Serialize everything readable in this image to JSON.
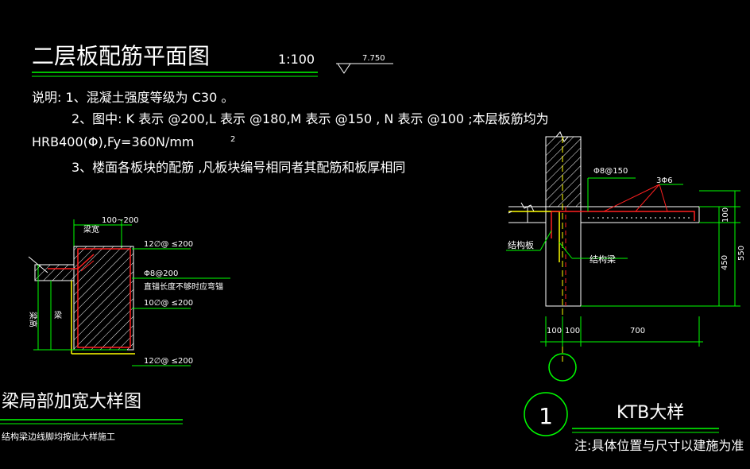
{
  "drawing": {
    "title": "二层板配筋平面图",
    "scale": "1:100",
    "elevation": "7.750"
  },
  "notes": {
    "line1": "说明: 1、混凝土强度等级为   C30 。",
    "line2": "2、图中:  K 表示 @200,L 表示 @180,M 表示 @150 , N 表示 @100 ;本层板筋均为",
    "line3": "HRB400(Φ),Fy=360N/mm",
    "line3_sup": "2",
    "line4": "3、楼面各板块的配筋    ,凡板块编号相同者其配筋和板厚相同"
  },
  "beam_detail": {
    "width_label": "梁宽",
    "dim_top": "100~200",
    "side_label": "梁",
    "label_12a": "12∅@ ≤200",
    "label_phi8": "Φ8@200",
    "label_note": "直锚长度不够时应弯锚",
    "label_10": "10∅@ ≤200",
    "label_12b": "12∅@ ≤200",
    "title": "梁局部加宽大样图",
    "subtitle": "结构梁边线脚均按此大样施工"
  },
  "ktb_detail": {
    "rebar_top": "Φ8@150",
    "rebar_main": "3Φ6",
    "dim_100_right": "100",
    "dim_450": "450",
    "dim_550": "550",
    "label_slab": "结构板",
    "label_beam": "结构梁",
    "dim_100a": "100",
    "dim_100b": "100",
    "dim_700": "700",
    "bubble_number": "1",
    "title": "KTB大样",
    "note": "注:具体位置与尺寸以建施为准"
  }
}
